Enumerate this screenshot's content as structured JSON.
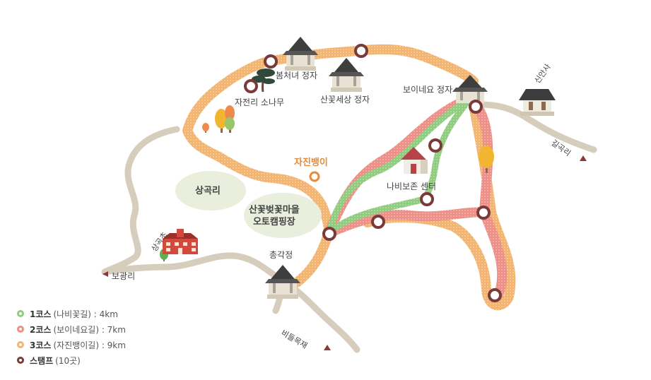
{
  "places": {
    "jajeonri_pine": "자전리 소나무",
    "bomcheonyeo_pavilion": "봄처녀 정자",
    "sankkot_pavilion": "산꽃세상 정자",
    "boineyo_pavilion": "보이네요 정자",
    "sinansa": "신안사",
    "gilgokri": "길곡리",
    "jajinbaengi": "자진뱅이",
    "sanggokri_area": "상곡리",
    "camping_line1": "산꽃벚꽃마을",
    "camping_line2": "오토캠핑장",
    "butterfly_center": "나비보존 센터",
    "sanggokcho": "상곡초",
    "boganri": "보광리",
    "chonggakjeong": "총각정",
    "bideulmokjae": "비들목재"
  },
  "legend": [
    {
      "name": "1코스",
      "detail": "(나비꽃길) : 4km",
      "color": "#8fcc7e"
    },
    {
      "name": "2코스",
      "detail": "(보이네요길) : 7km",
      "color": "#ee8f87"
    },
    {
      "name": "3코스",
      "detail": "(자진뱅이길) : 9km",
      "color": "#f3b46f"
    },
    {
      "name": "스탬프",
      "detail": "(10곳)",
      "color": "#7a3a3a"
    }
  ],
  "colors": {
    "course1": "#8fcc7e",
    "course2": "#ee8f87",
    "course3": "#f3b46f",
    "road": "#d6cdbc",
    "stamp": "#7a3a3a",
    "area": "#e9efdc",
    "poi": "#e88a38"
  }
}
